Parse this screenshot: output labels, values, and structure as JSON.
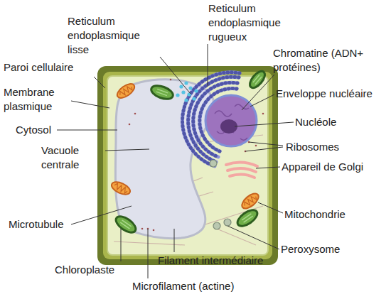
{
  "diagram": {
    "labels": [
      "Reticulum endoplasmique lisse",
      "Reticulum endoplasmique rugueux",
      "Paroi cellulaire",
      "Chromatine (ADN+ protéines)",
      "Membrane plasmique",
      "Enveloppe nucléaire",
      "Cytosol",
      "Nucléole",
      "Vacuole centrale",
      "Ribosomes",
      "Appareil de Golgi",
      "Microtubule",
      "Mitochondrie",
      "Peroxysome",
      "Chloroplaste",
      "Filament intermédiaire",
      "Microfilament (actine)"
    ]
  }
}
